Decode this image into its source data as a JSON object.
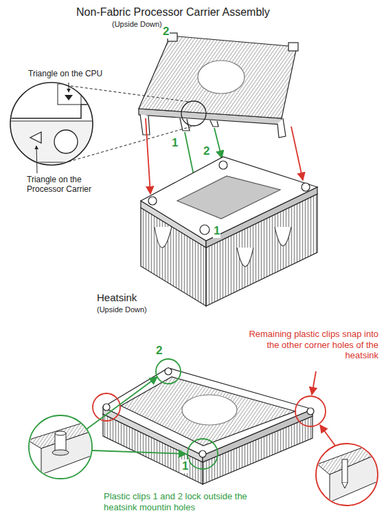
{
  "diagram": {
    "labels": [
      "Non-Fabric Processor Carrier Assembly",
      "(Upside Down)",
      "2",
      "Triangle on the CPU",
      "Triangle on the Processor Carrier",
      "1",
      "2",
      "1",
      "Heatsink",
      "(Upside Down)",
      "Remaining plastic clips snap into the other corner holes of the heatsink",
      "2",
      "1",
      "Plastic clips 1 and 2 lock outside the heatsink mountin holes"
    ]
  }
}
